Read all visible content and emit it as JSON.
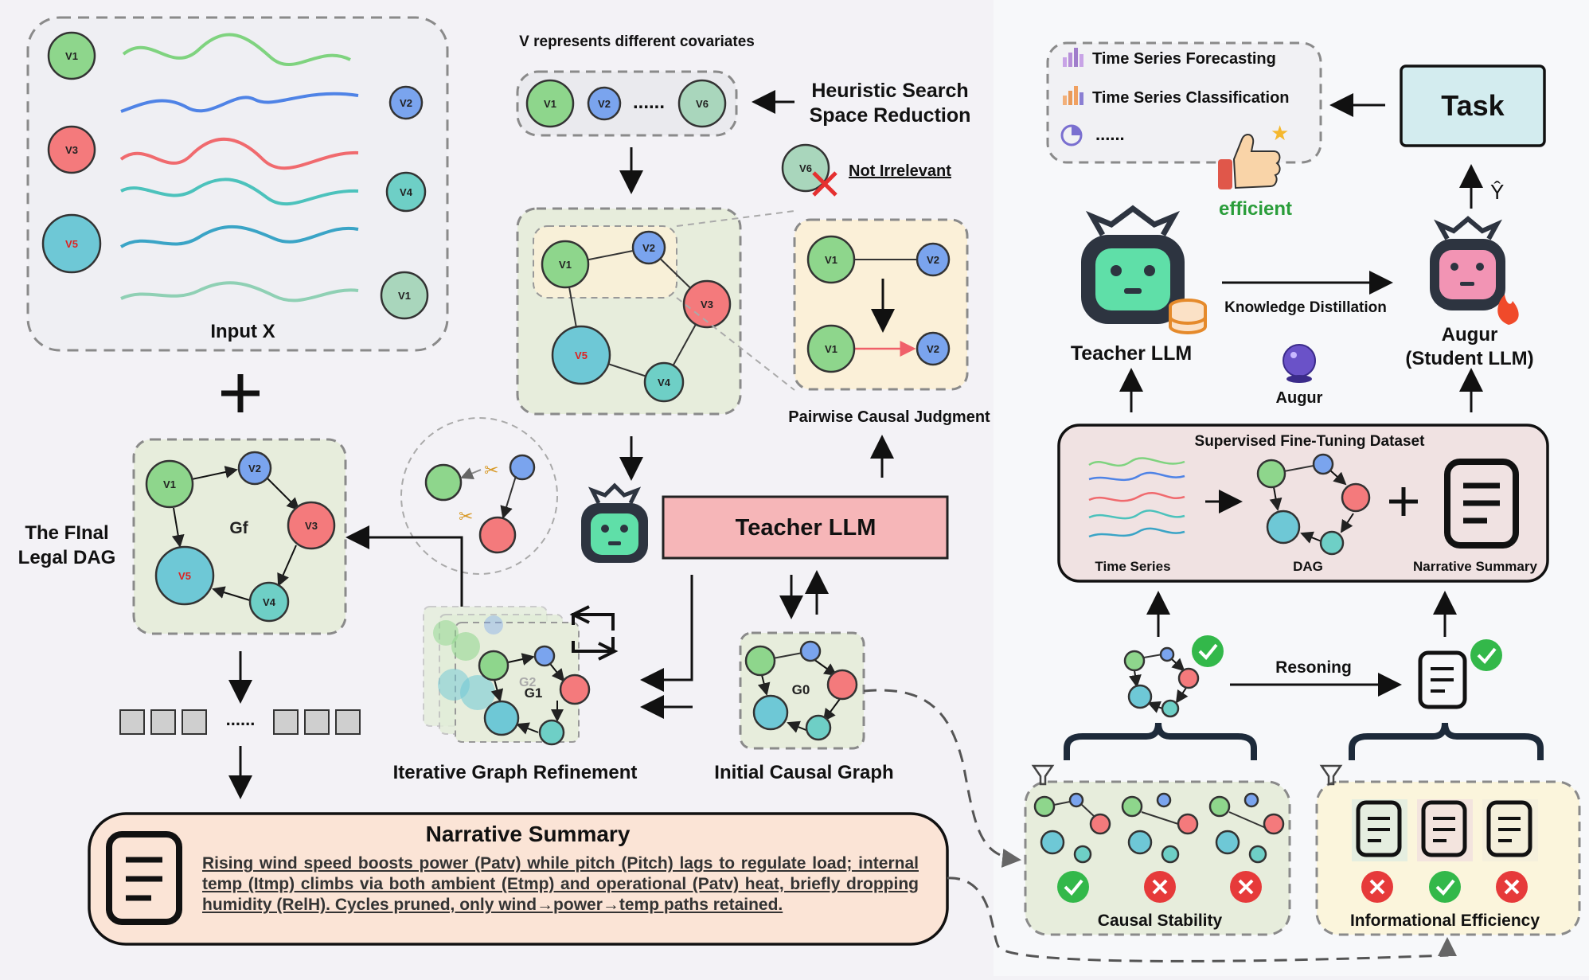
{
  "input": {
    "title": "Input X",
    "covariates": [
      "V1",
      "V2",
      "V3",
      "V4",
      "V5",
      "V1"
    ]
  },
  "covariates": {
    "caption": "V represents different covariates",
    "nodes": [
      "V1",
      "V2",
      "V6"
    ],
    "ellipsis": "......"
  },
  "heuristic": {
    "line1": "Heuristic Search",
    "line2": "Space Reduction"
  },
  "irrelevant": {
    "node": "V6",
    "label": "Not Irrelevant"
  },
  "subgraph": {
    "nodes": [
      "V1",
      "V2",
      "V3",
      "V5",
      "V4"
    ]
  },
  "pairwise": {
    "label": "Pairwise Causal Judgment",
    "nodes": [
      "V1",
      "V2",
      "V1",
      "V2"
    ]
  },
  "teacher_center": {
    "label": "Teacher LLM"
  },
  "final_dag": {
    "line1": "The FInal",
    "line2": "Legal DAG",
    "graph_label": "Gf",
    "nodes": [
      "V1",
      "V2",
      "V3",
      "V5",
      "V4"
    ]
  },
  "refinement": {
    "label": "Iterative Graph Refinement",
    "g1": "G1",
    "g2": "G2"
  },
  "initial": {
    "label": "Initial Causal Graph",
    "g0": "G0"
  },
  "sequence": {
    "ellipsis": "......"
  },
  "narrative": {
    "title": "Narrative Summary",
    "text": "Rising wind speed boosts power (Patv) while pitch (Pitch) lags to regulate load; internal temp (Itmp) climbs via both ambient (Etmp) and operational (Patv) heat, briefly dropping humidity (RelH). Cycles pruned, only wind→power→temp paths retained."
  },
  "tasks": {
    "items": [
      "Time Series Forecasting",
      "Time Series Classification",
      "......"
    ],
    "box": "Task",
    "efficient": "efficient"
  },
  "distill": {
    "teacher": "Teacher LLM",
    "kd": "Knowledge Distillation",
    "augur": "Augur",
    "student_line1": "Augur",
    "student_line2": "(Student LLM)",
    "yhat": "Ŷ"
  },
  "sft": {
    "title": "Supervised Fine-Tuning Dataset",
    "ts": "Time Series",
    "dag": "DAG",
    "ns": "Narrative Summary"
  },
  "selection": {
    "reasoning": "Resoning",
    "causal": "Causal Stability",
    "info": "Informational Efficiency"
  },
  "colors": {
    "green": "#8ed68c",
    "blue": "#7aa4ee",
    "red": "#f47a7c",
    "teal": "#6ec8d6",
    "sage": "#a9d6bc",
    "pink_box": "#f6b6b8",
    "task_box": "#d3ecef"
  }
}
